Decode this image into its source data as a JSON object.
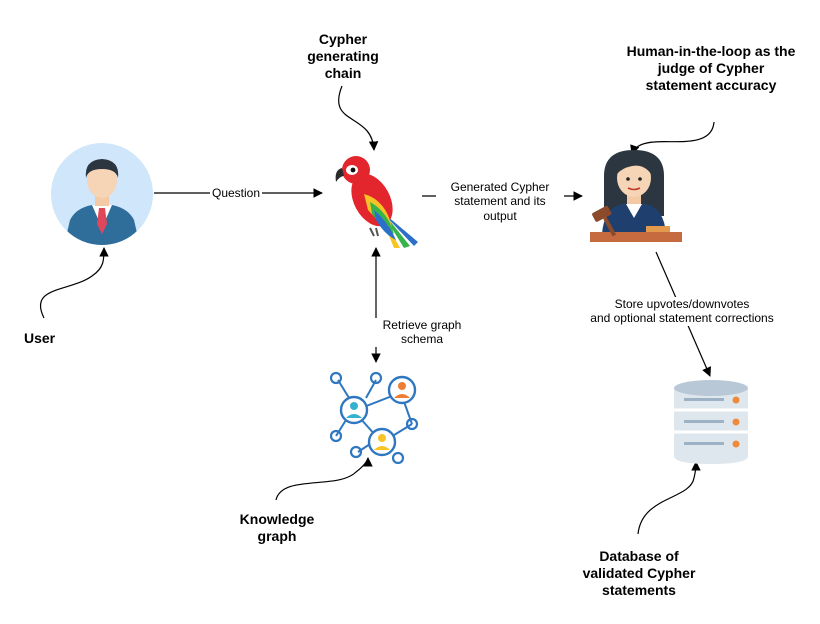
{
  "nodes": {
    "user": {
      "label": "User"
    },
    "cypher_chain": {
      "label_line1": "Cypher",
      "label_line2": "generating",
      "label_line3": "chain"
    },
    "human_judge": {
      "label_line1": "Human-in-the-loop as the",
      "label_line2": "judge of Cypher",
      "label_line3": "statement accuracy"
    },
    "knowledge_graph": {
      "label_line1": "Knowledge",
      "label_line2": "graph"
    },
    "database": {
      "label_line1": "Database of",
      "label_line2": "validated Cypher",
      "label_line3": "statements"
    }
  },
  "edges": {
    "question": "Question",
    "generated_line1": "Generated Cypher",
    "generated_line2": "statement and its",
    "generated_line3": "output",
    "retrieve_line1": "Retrieve graph",
    "retrieve_line2": "schema",
    "store_line1": "Store upvotes/downvotes",
    "store_line2": "and optional statement corrections"
  },
  "colors": {
    "avatar_bg": "#cfe6fb",
    "suit": "#2f6e9a",
    "tie": "#e0475a",
    "hair": "#2b3640",
    "parrot_red": "#e3262e",
    "parrot_yellow": "#f7c325",
    "parrot_blue": "#2b6fc9",
    "parrot_green": "#38b24a",
    "graph_blue": "#2f77c1",
    "graph_orange": "#ef7e35",
    "graph_teal": "#35b2d0",
    "db_body": "#dfe7ee",
    "db_accent": "#f08a3a"
  }
}
